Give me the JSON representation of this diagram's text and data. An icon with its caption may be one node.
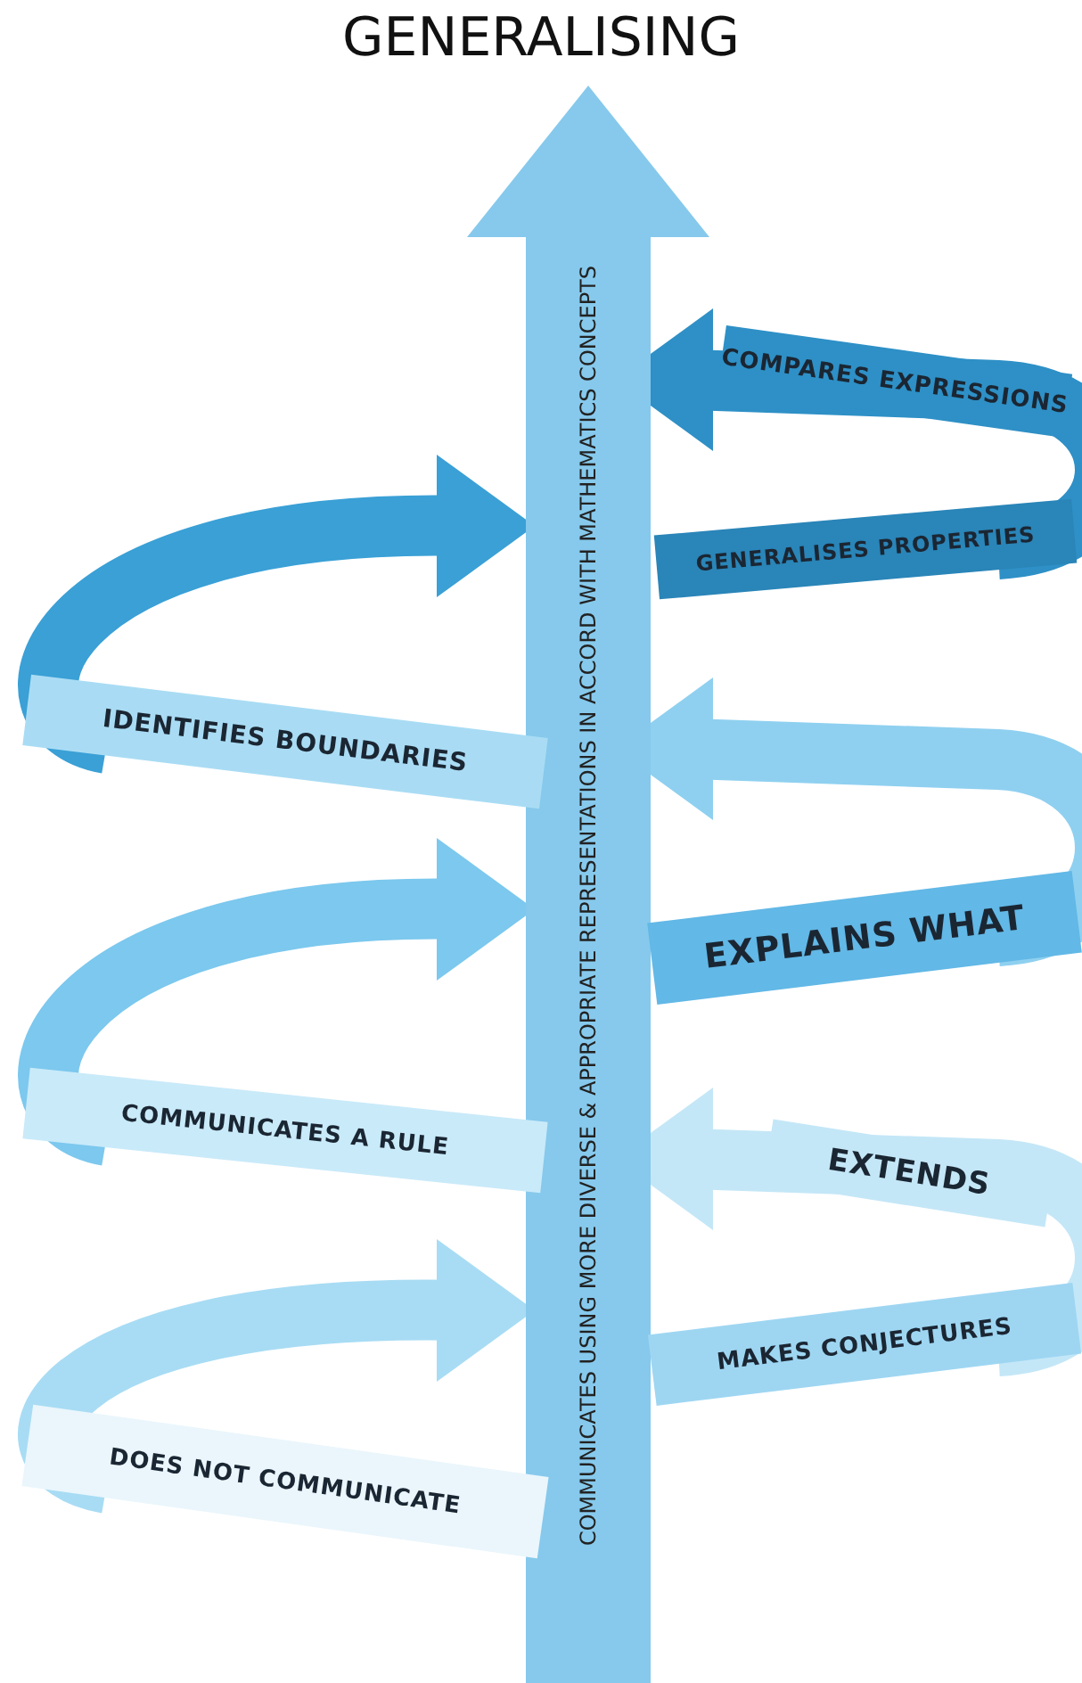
{
  "diagram": {
    "title": "GENERALISING",
    "nodes": [
      {
        "text": [
          "COMMUNICATES USING MORE DIVERSE & APPROPRIATE REPRESENTATIONS IN ACCORD WITH MATHEMATICS CONCEPTS"
        ]
      },
      {
        "text": [
          "COMPARES EXPRESSIONS"
        ]
      },
      {
        "text": [
          "GENERALISES PROPERTIES"
        ]
      },
      {
        "text": [
          "IDENTIFIES BOUNDARIES"
        ]
      },
      {
        "text": [
          "EXPLAINS WHAT"
        ]
      },
      {
        "text": [
          "COMMUNICATES A RULE"
        ]
      },
      {
        "text": [
          "EXTENDS"
        ]
      },
      {
        "text": [
          "MAKES CONJECTURES"
        ]
      },
      {
        "text": [
          "DOES NOT COMMUNICATE"
        ]
      }
    ]
  }
}
